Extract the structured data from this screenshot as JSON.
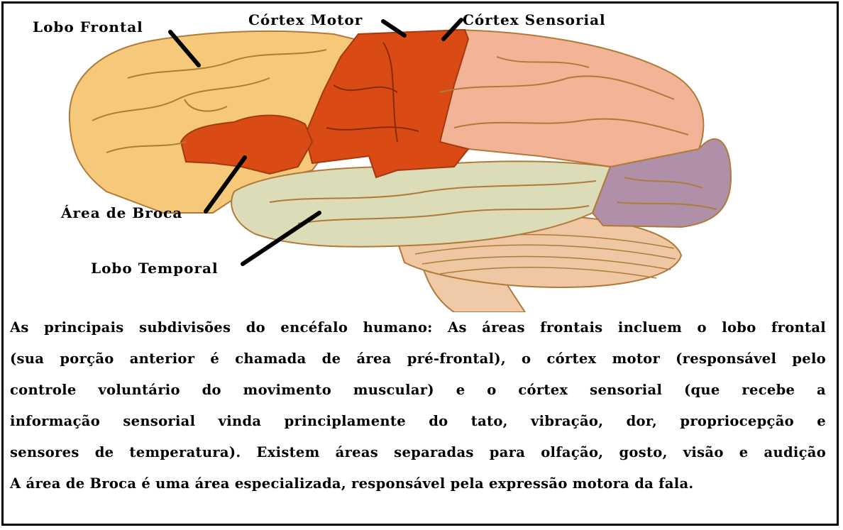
{
  "labels": {
    "frontal_lobe": "Lobo Frontal",
    "motor_cortex": "Córtex Motor",
    "sensory_cortex": "Córtex Sensorial",
    "broca_area": "Área de Broca",
    "temporal_lobe": "Lobo Temporal"
  },
  "caption": {
    "lines": [
      "As principais subdivisões do encéfalo humano: As áreas frontais incluem o lobo frontal",
      "(sua porção anterior é chamada de área pré-frontal), o córtex motor (responsável pelo",
      "controle voluntário do movimento muscular) e o córtex sensorial (que recebe a",
      "informação sensorial vinda principlamente do tato, vibração, dor, propriocepção e",
      "sensores de temperatura). Existem áreas separadas para olfação, gosto, visão e audição",
      "A área de Broca é uma área especializada, responsável pela expressão motora da fala."
    ]
  },
  "colors": {
    "frontal": "#f5c87a",
    "motor": "#d94a14",
    "sensory": "#f2b396",
    "temporal": "#dcdcb8",
    "occipital": "#b08fa8",
    "cerebellum": "#f0c7a3",
    "stem": "#f0caa6",
    "sulcus": "#b07a3a"
  }
}
